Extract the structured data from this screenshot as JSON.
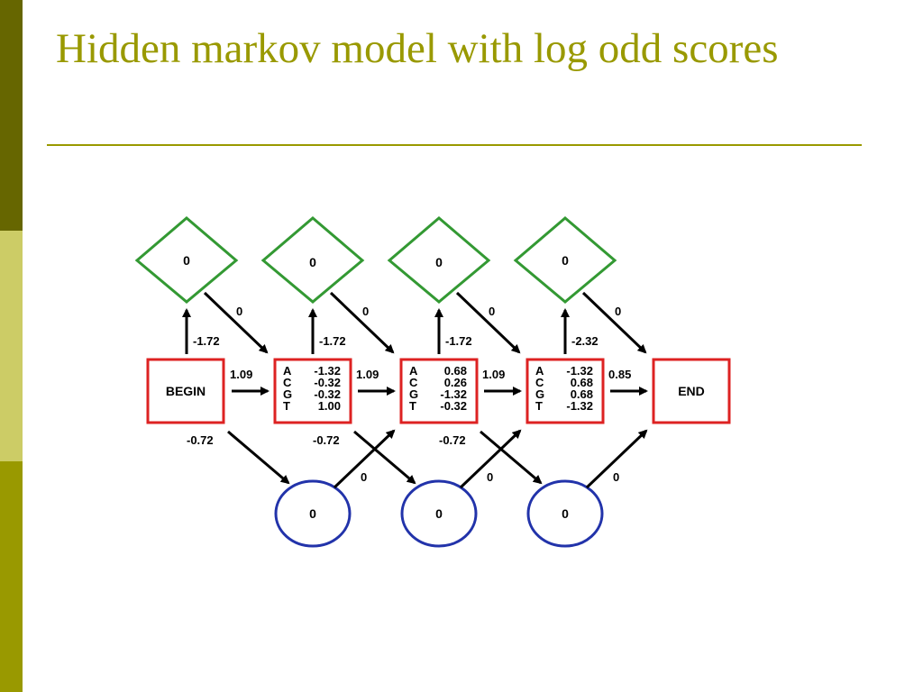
{
  "slide": {
    "title": "Hidden markov model with log odd scores"
  },
  "diagram": {
    "begin_label": "BEGIN",
    "end_label": "END",
    "insert_states": [
      "0",
      "0",
      "0",
      "0"
    ],
    "delete_states": [
      "0",
      "0",
      "0"
    ],
    "match_states": [
      {
        "rows": [
          {
            "base": "A",
            "score": "-1.32"
          },
          {
            "base": "C",
            "score": "-0.32"
          },
          {
            "base": "G",
            "score": "-0.32"
          },
          {
            "base": "T",
            "score": "1.00"
          }
        ]
      },
      {
        "rows": [
          {
            "base": "A",
            "score": "0.68"
          },
          {
            "base": "C",
            "score": "0.26"
          },
          {
            "base": "G",
            "score": "-1.32"
          },
          {
            "base": "T",
            "score": "-0.32"
          }
        ]
      },
      {
        "rows": [
          {
            "base": "A",
            "score": "-1.32"
          },
          {
            "base": "C",
            "score": "0.68"
          },
          {
            "base": "G",
            "score": "0.68"
          },
          {
            "base": "T",
            "score": "-1.32"
          }
        ]
      }
    ],
    "transitions": {
      "to_insert": [
        "-1.72",
        "-1.72",
        "-1.72",
        "-2.32"
      ],
      "from_insert": [
        "0",
        "0",
        "0",
        "0"
      ],
      "match_to_match": [
        "1.09",
        "1.09",
        "1.09",
        "0.85"
      ],
      "to_delete": [
        "-0.72",
        "-0.72",
        "-0.72"
      ],
      "from_delete": [
        "0",
        "0",
        "0"
      ]
    },
    "colors": {
      "match_border": "#dd2222",
      "insert_border": "#339933",
      "delete_border": "#2233aa",
      "arrow": "#000000"
    }
  }
}
